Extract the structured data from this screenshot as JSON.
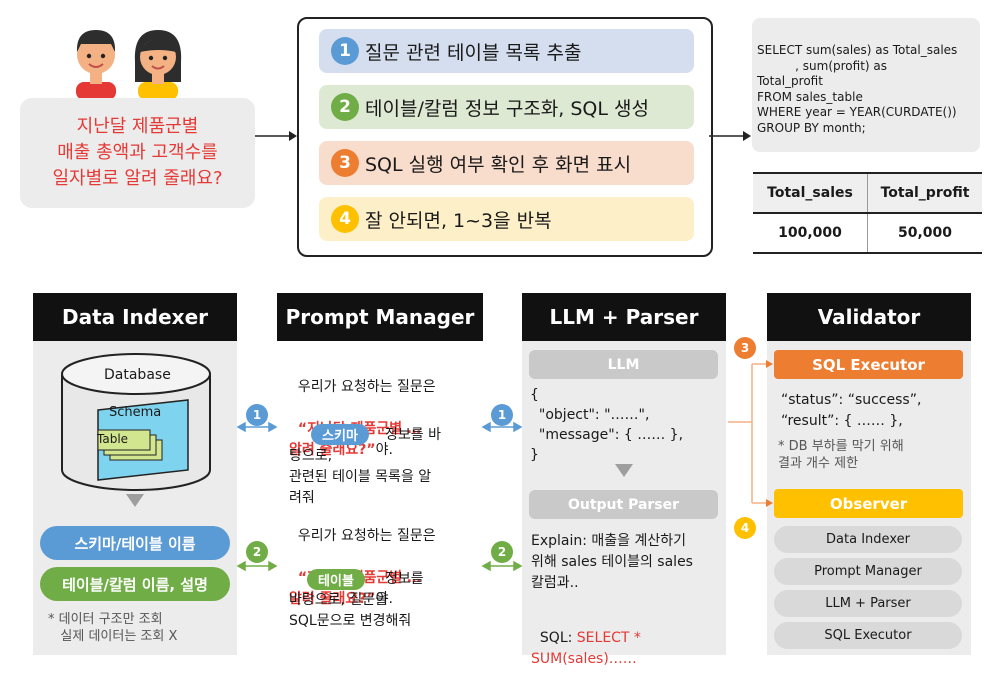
{
  "question": "지난달 제품군별\n매출 총액과 고객수를\n일자별로 알려 줄래요?",
  "steps": [
    {
      "num": "1",
      "label": "질문 관련 테이블 목록 추출",
      "bg": "#d4deef",
      "color": "#5b9bd5"
    },
    {
      "num": "2",
      "label": "테이블/칼럼 정보 구조화, SQL 생성",
      "bg": "#dde9d2",
      "color": "#70ad47"
    },
    {
      "num": "3",
      "label": "SQL 실행 여부 확인 후 화면 표시",
      "bg": "#f8dccc",
      "color": "#ed7d31"
    },
    {
      "num": "4",
      "label": "잘 안되면, 1~3을 반복",
      "bg": "#fdf0c8",
      "color": "#ffc000"
    }
  ],
  "sql": "SELECT sum(sales) as Total_sales\n          , sum(profit) as\nTotal_profit\nFROM sales_table\nWHERE year = YEAR(CURDATE())\nGROUP BY month;",
  "result_table": {
    "headers": [
      "Total_sales",
      "Total_profit"
    ],
    "rows": [
      [
        "100,000",
        "50,000"
      ]
    ]
  },
  "panels": {
    "indexer": {
      "title": "Data Indexer",
      "database": "Database",
      "schema": "Schema",
      "table": "Table",
      "pill1": "스키마/테이블 이름",
      "pill2": "테이블/칼럼 이름, 설명",
      "note": "* 데이터 구조만 조회\n   실제 데이터는 조회 X"
    },
    "prompt": {
      "title": "Prompt Manager",
      "p1a": "우리가 요청하는 질문은",
      "p1q": "“지난달 제품군별 …\n알려 줄래요?”",
      "p1b": "야.",
      "tag1": "스키마",
      "p1c": "정보를 바\n탕으로,\n관련된 테이블 목록을 알\n려줘",
      "p2a": "우리가 요청하는 질문은",
      "p2q": "“지난달 제품군별 …\n알려 줄래요?”",
      "p2b": "야.",
      "tag2": "테이블",
      "p2c": "정보를\n바탕으로, 질문을\nSQL문으로 변경해줘"
    },
    "llm": {
      "title": "LLM + Parser",
      "llm_label": "LLM",
      "json": "{\n  \"object\": \"……\",\n  \"message\": { …… },\n}",
      "parser_label": "Output Parser",
      "explain": "Explain: 매출을 계산하기\n위해 sales 테이블의 sales\n칼럼과..",
      "sql_label": "SQL: ",
      "sql_value": "SELECT *\nSUM(sales)……"
    },
    "validator": {
      "title": "Validator",
      "executor": "SQL Executor",
      "status": "“status”: “success”,\n“result”: { …… },",
      "note": "* DB 부하를 막기 위해\n결과 개수 제한",
      "observer": "Observer",
      "items": [
        "Data Indexer",
        "Prompt Manager",
        "LLM + Parser",
        "SQL Executor"
      ]
    }
  },
  "badges": {
    "b1": "1",
    "b2": "2",
    "b3": "3",
    "b4": "4"
  },
  "colors": {
    "blue": "#5b9bd5",
    "green": "#70ad47",
    "orange": "#ed7d31",
    "yellow": "#ffc000",
    "red": "#e53935"
  }
}
